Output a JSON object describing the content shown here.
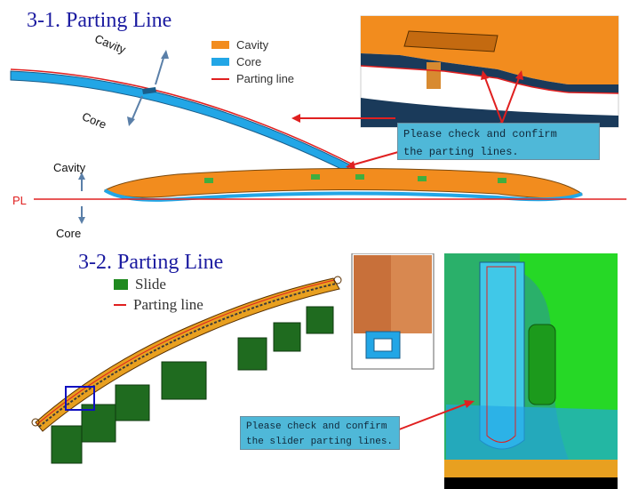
{
  "section1": {
    "title": "3-1.  Parting Line",
    "legend": [
      {
        "label": "Cavity",
        "color": "#f28c1e"
      },
      {
        "label": "Core",
        "color": "#22a6e6"
      },
      {
        "label": "Parting line",
        "color": "#e02020"
      }
    ],
    "cavity_rotated": "Cavity",
    "core_rotated": "Core",
    "cavity_label": "Cavity",
    "core_label": "Core",
    "pl_label": "PL",
    "callout_line1": "Please check and confirm",
    "callout_line2": "the parting lines."
  },
  "section2": {
    "title": "3-2.  Parting Line",
    "legend": [
      {
        "label": "Slide",
        "color": "#1f8a1f"
      },
      {
        "label": "Parting line",
        "color": "#e02020"
      }
    ],
    "callout_line1": "Please check and confirm",
    "callout_line2": "the slider parting lines."
  },
  "colors": {
    "title": "#1a1aa0",
    "cavity": "#f28c1e",
    "core": "#22a6e6",
    "parting_line": "#e02020",
    "slide": "#1f6b1f",
    "callout_bg": "#4fb8d8",
    "highlight_box": "#1010c0"
  }
}
